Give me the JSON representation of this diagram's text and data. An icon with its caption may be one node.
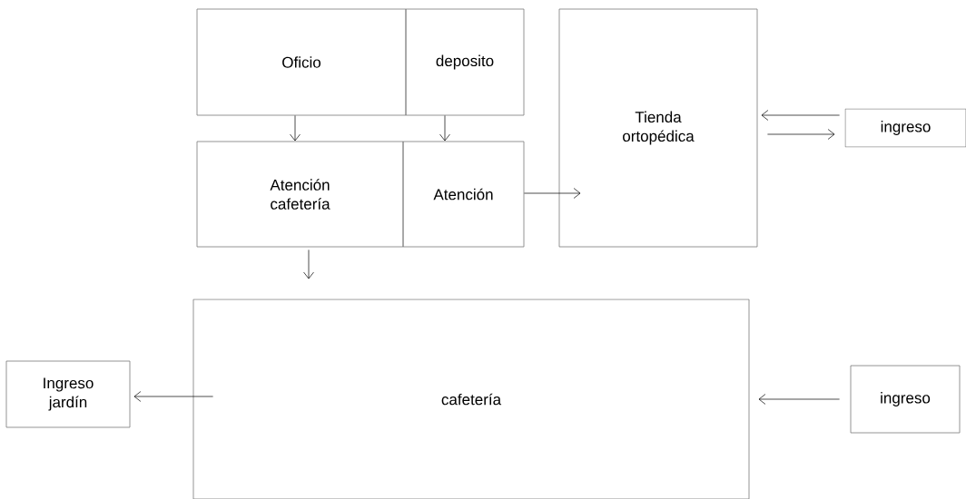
{
  "diagram": {
    "nodes": [
      {
        "text": [
          "Oficio"
        ]
      },
      {
        "text": [
          "deposito"
        ]
      },
      {
        "text": [
          "Atención cafetería"
        ]
      },
      {
        "text": [
          "Atención"
        ]
      },
      {
        "text": [
          "Tienda ortopédica"
        ]
      },
      {
        "text": [
          "ingreso"
        ]
      },
      {
        "text": [
          "cafetería"
        ]
      },
      {
        "text": [
          "Ingreso jardín"
        ]
      },
      {
        "text": [
          "ingreso"
        ]
      }
    ],
    "edges": [
      {
        "from": 0,
        "to": 2,
        "arrow": "to"
      },
      {
        "from": 1,
        "to": 3,
        "arrow": "to"
      },
      {
        "from": 2,
        "to": 6,
        "arrow": "to"
      },
      {
        "from": 3,
        "to": 4,
        "arrow": "to"
      },
      {
        "from": 5,
        "to": 4,
        "arrow": "to"
      },
      {
        "from": 4,
        "to": 5,
        "arrow": "to"
      },
      {
        "from": 6,
        "to": 7,
        "arrow": "to"
      },
      {
        "from": 8,
        "to": 6,
        "arrow": "to"
      }
    ]
  }
}
